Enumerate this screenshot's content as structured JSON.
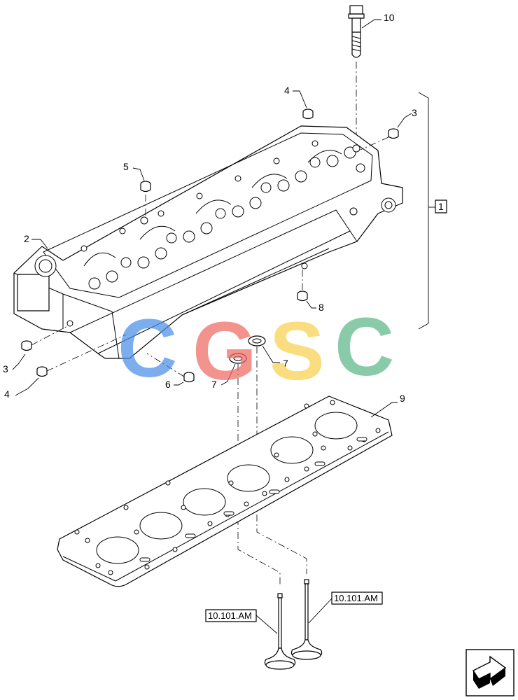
{
  "callouts": {
    "c1": "1",
    "c2": "2",
    "c3a": "3",
    "c3b": "3",
    "c4a": "4",
    "c4b": "4",
    "c5": "5",
    "c6": "6",
    "c7a": "7",
    "c7b": "7",
    "c8": "8",
    "c9": "9",
    "c10": "10"
  },
  "references": {
    "ref_left": "10.101.AM",
    "ref_right": "10.101.AM"
  },
  "watermark": {
    "letters": [
      "C",
      "G",
      "S",
      "C"
    ],
    "colors": [
      "#4a8fe8",
      "#ef6a63",
      "#f7d04e",
      "#5cb887"
    ]
  },
  "icons": {
    "nav": "navigation-arrow-icon"
  }
}
